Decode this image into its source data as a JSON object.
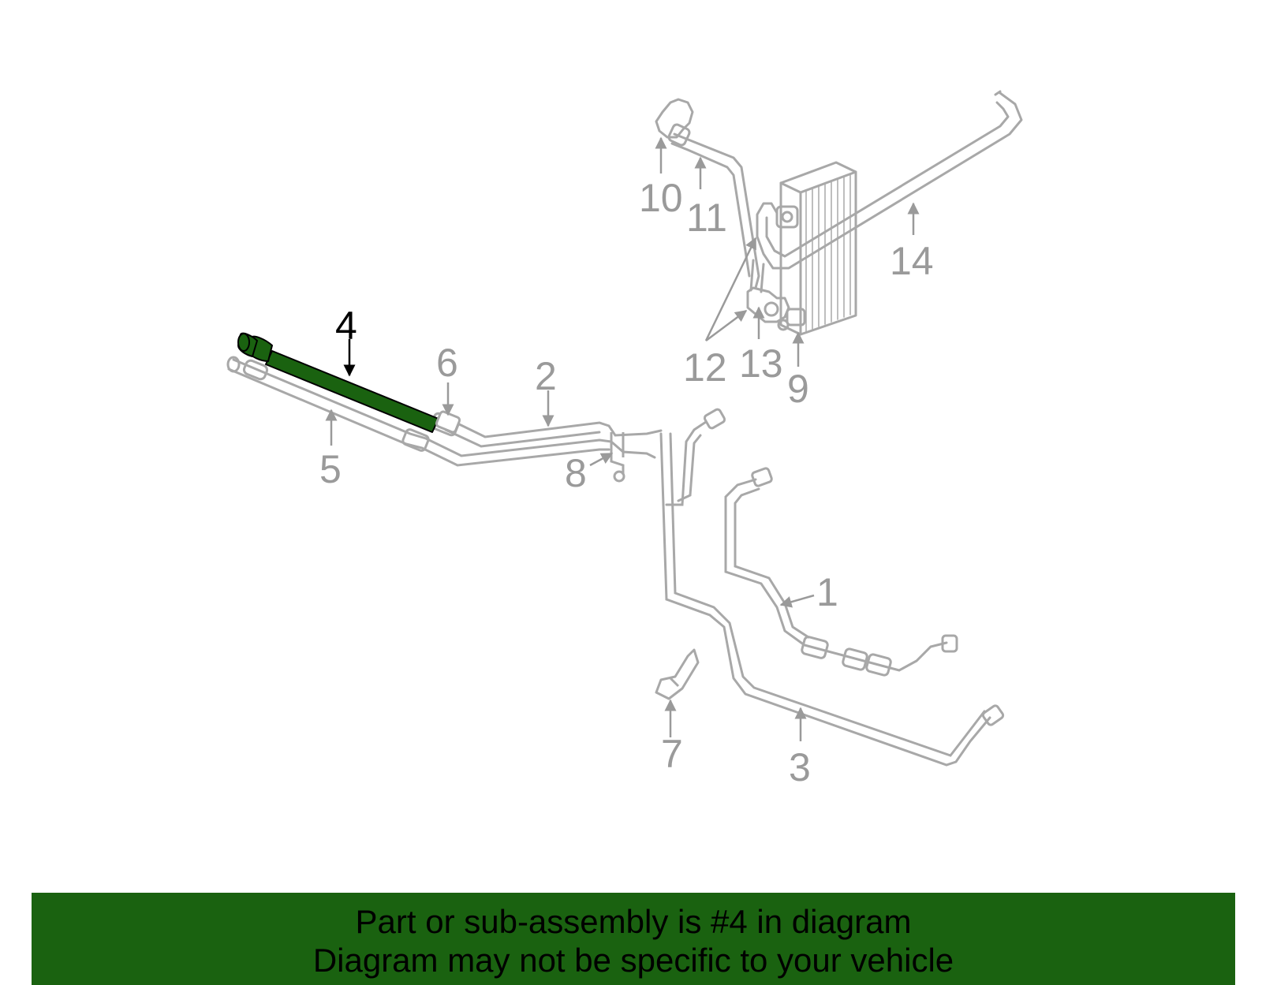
{
  "callouts": [
    {
      "id": "1",
      "label": "1"
    },
    {
      "id": "2",
      "label": "2"
    },
    {
      "id": "3",
      "label": "3"
    },
    {
      "id": "4",
      "label": "4"
    },
    {
      "id": "5",
      "label": "5"
    },
    {
      "id": "6",
      "label": "6"
    },
    {
      "id": "7",
      "label": "7"
    },
    {
      "id": "8",
      "label": "8"
    },
    {
      "id": "9",
      "label": "9"
    },
    {
      "id": "10",
      "label": "10"
    },
    {
      "id": "11",
      "label": "11"
    },
    {
      "id": "12",
      "label": "12"
    },
    {
      "id": "13",
      "label": "13"
    },
    {
      "id": "14",
      "label": "14"
    }
  ],
  "highlighted_part": "4",
  "colors": {
    "part_line": "#a8a8a8",
    "highlight_fill": "#1a6210",
    "highlight_stroke": "#000000",
    "banner_bg": "#1a6210",
    "label_gray": "#9a9a9a"
  },
  "banner": {
    "line1": "Part or sub-assembly is #4 in diagram",
    "line2": "Diagram may not be specific to your vehicle"
  }
}
